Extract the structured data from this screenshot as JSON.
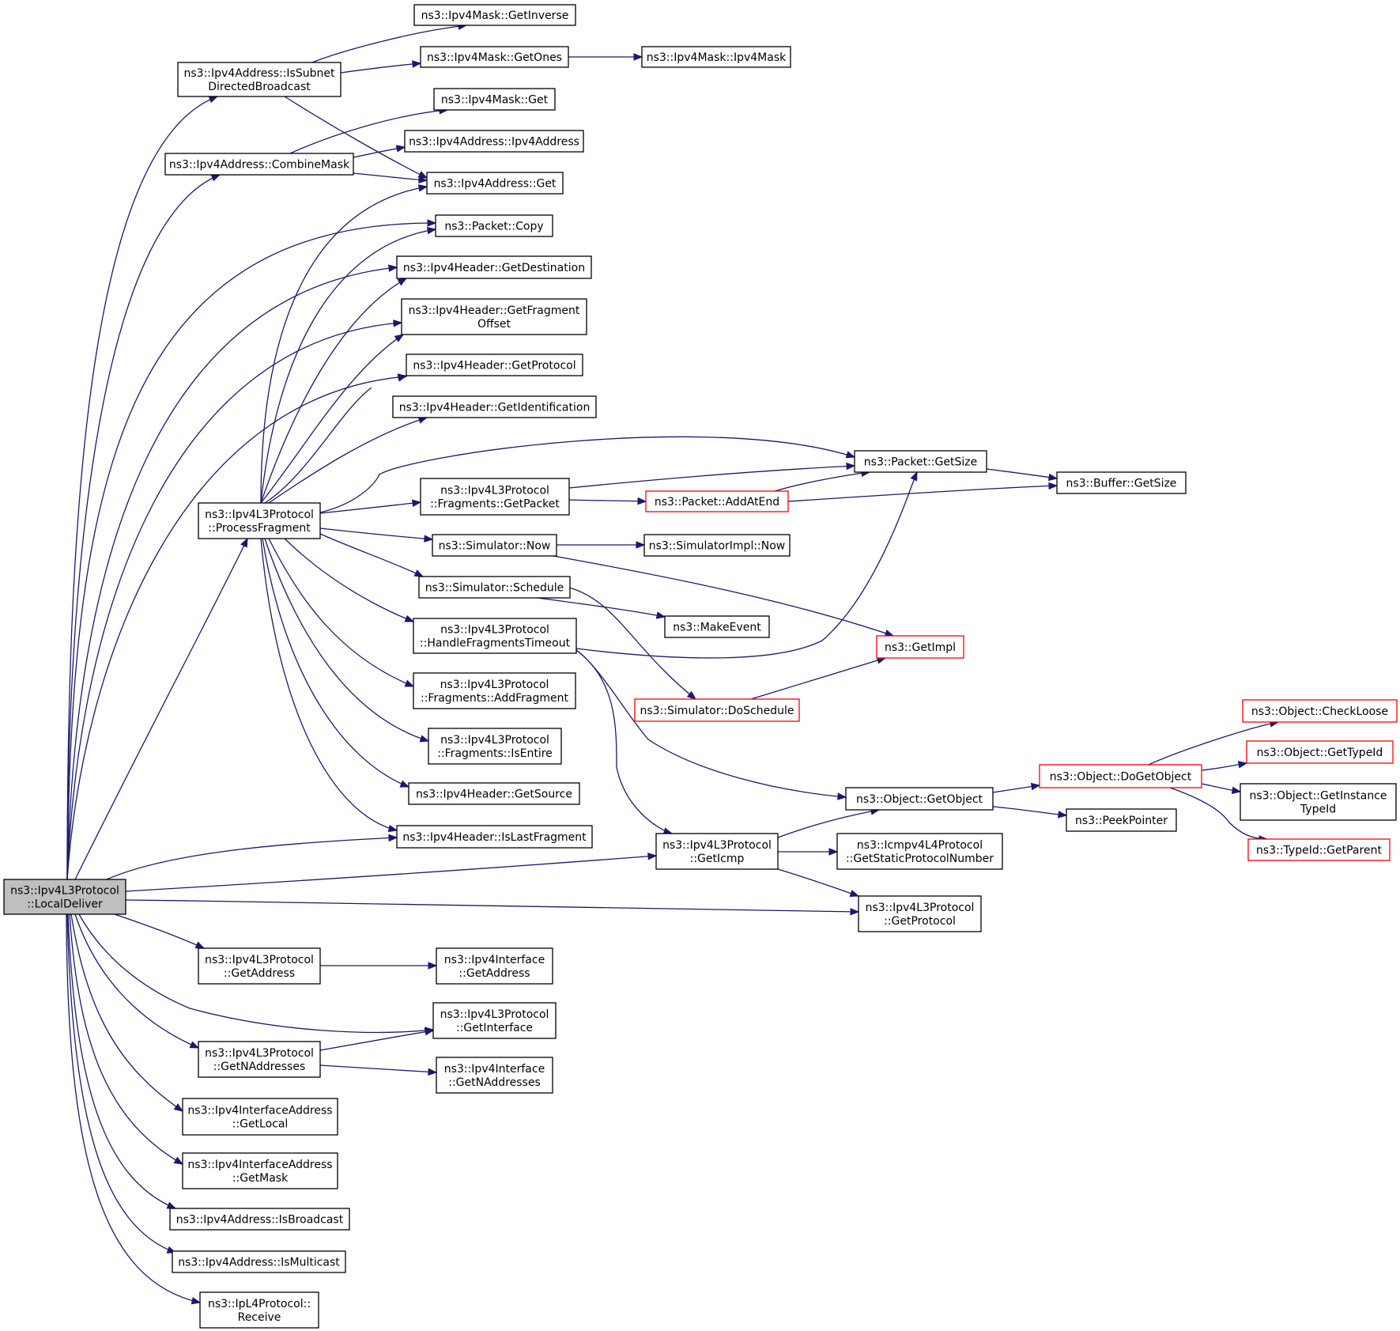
{
  "graph": {
    "root": "n0",
    "edge_color": "#191970",
    "truncated_border_color": "#ff0000",
    "root_fill_color": "#bfbfbf",
    "nodes": [
      {
        "id": "n0",
        "lines": [
          "ns3::Ipv4L3Protocol",
          "::LocalDeliver"
        ],
        "root": true
      },
      {
        "id": "n1",
        "lines": [
          "ns3::Ipv4Address::IsSubnet",
          "DirectedBroadcast"
        ]
      },
      {
        "id": "n2",
        "lines": [
          "ns3::Ipv4Mask::GetInverse"
        ]
      },
      {
        "id": "n3",
        "lines": [
          "ns3::Ipv4Mask::GetOnes"
        ]
      },
      {
        "id": "n4",
        "lines": [
          "ns3::Ipv4Mask::Ipv4Mask"
        ]
      },
      {
        "id": "n5",
        "lines": [
          "ns3::Ipv4Mask::Get"
        ]
      },
      {
        "id": "n6",
        "lines": [
          "ns3::Ipv4Address::CombineMask"
        ]
      },
      {
        "id": "n7",
        "lines": [
          "ns3::Ipv4Address::Ipv4Address"
        ]
      },
      {
        "id": "n8",
        "lines": [
          "ns3::Ipv4Address::Get"
        ]
      },
      {
        "id": "n9",
        "lines": [
          "ns3::Packet::Copy"
        ]
      },
      {
        "id": "n10",
        "lines": [
          "ns3::Ipv4Header::GetDestination"
        ]
      },
      {
        "id": "n11",
        "lines": [
          "ns3::Ipv4Header::GetFragment",
          "Offset"
        ]
      },
      {
        "id": "n12",
        "lines": [
          "ns3::Ipv4Header::GetProtocol"
        ]
      },
      {
        "id": "n13",
        "lines": [
          "ns3::Ipv4Header::GetIdentification"
        ]
      },
      {
        "id": "n14",
        "lines": [
          "ns3::Packet::GetSize"
        ]
      },
      {
        "id": "n15",
        "lines": [
          "ns3::Buffer::GetSize"
        ]
      },
      {
        "id": "n16",
        "lines": [
          "ns3::Ipv4L3Protocol",
          "::ProcessFragment"
        ]
      },
      {
        "id": "n17",
        "lines": [
          "ns3::Ipv4L3Protocol",
          "::Fragments::GetPacket"
        ]
      },
      {
        "id": "n18",
        "lines": [
          "ns3::Packet::AddAtEnd"
        ],
        "truncated": true
      },
      {
        "id": "n19",
        "lines": [
          "ns3::Simulator::Now"
        ]
      },
      {
        "id": "n20",
        "lines": [
          "ns3::SimulatorImpl::Now"
        ]
      },
      {
        "id": "n21",
        "lines": [
          "ns3::Simulator::Schedule"
        ]
      },
      {
        "id": "n22",
        "lines": [
          "ns3::MakeEvent"
        ]
      },
      {
        "id": "n23",
        "lines": [
          "ns3::Ipv4L3Protocol",
          "::HandleFragmentsTimeout"
        ]
      },
      {
        "id": "n24",
        "lines": [
          "ns3::GetImpl"
        ],
        "truncated": true
      },
      {
        "id": "n25",
        "lines": [
          "ns3::Ipv4L3Protocol",
          "::Fragments::AddFragment"
        ]
      },
      {
        "id": "n26",
        "lines": [
          "ns3::Simulator::DoSchedule"
        ],
        "truncated": true
      },
      {
        "id": "n27",
        "lines": [
          "ns3::Ipv4L3Protocol",
          "::Fragments::IsEntire"
        ]
      },
      {
        "id": "n28",
        "lines": [
          "ns3::Object::CheckLoose"
        ],
        "truncated": true
      },
      {
        "id": "n29",
        "lines": [
          "ns3::Object::GetTypeId"
        ],
        "truncated": true
      },
      {
        "id": "n30",
        "lines": [
          "ns3::Object::DoGetObject"
        ],
        "truncated": true
      },
      {
        "id": "n31",
        "lines": [
          "ns3::Ipv4Header::GetSource"
        ]
      },
      {
        "id": "n32",
        "lines": [
          "ns3::Object::GetObject"
        ]
      },
      {
        "id": "n33",
        "lines": [
          "ns3::Object::GetInstance",
          "TypeId"
        ]
      },
      {
        "id": "n34",
        "lines": [
          "ns3::PeekPointer"
        ]
      },
      {
        "id": "n35",
        "lines": [
          "ns3::Ipv4Header::IsLastFragment"
        ]
      },
      {
        "id": "n36",
        "lines": [
          "ns3::Ipv4L3Protocol",
          "::GetIcmp"
        ]
      },
      {
        "id": "n37",
        "lines": [
          "ns3::Icmpv4L4Protocol",
          "::GetStaticProtocolNumber"
        ]
      },
      {
        "id": "n38",
        "lines": [
          "ns3::TypeId::GetParent"
        ],
        "truncated": true
      },
      {
        "id": "n39",
        "lines": [
          "ns3::Ipv4L3Protocol",
          "::GetProtocol"
        ]
      },
      {
        "id": "n40",
        "lines": [
          "ns3::Ipv4L3Protocol",
          "::GetAddress"
        ]
      },
      {
        "id": "n41",
        "lines": [
          "ns3::Ipv4Interface",
          "::GetAddress"
        ]
      },
      {
        "id": "n42",
        "lines": [
          "ns3::Ipv4L3Protocol",
          "::GetInterface"
        ]
      },
      {
        "id": "n43",
        "lines": [
          "ns3::Ipv4L3Protocol",
          "::GetNAddresses"
        ]
      },
      {
        "id": "n44",
        "lines": [
          "ns3::Ipv4Interface",
          "::GetNAddresses"
        ]
      },
      {
        "id": "n45",
        "lines": [
          "ns3::Ipv4InterfaceAddress",
          "::GetLocal"
        ]
      },
      {
        "id": "n46",
        "lines": [
          "ns3::Ipv4InterfaceAddress",
          "::GetMask"
        ]
      },
      {
        "id": "n47",
        "lines": [
          "ns3::Ipv4Address::IsBroadcast"
        ]
      },
      {
        "id": "n48",
        "lines": [
          "ns3::Ipv4Address::IsMulticast"
        ]
      },
      {
        "id": "n49",
        "lines": [
          "ns3::IpL4Protocol::",
          "Receive"
        ]
      }
    ],
    "edges": [
      {
        "from": "n0",
        "to": "n1"
      },
      {
        "from": "n0",
        "to": "n6"
      },
      {
        "from": "n0",
        "to": "n9"
      },
      {
        "from": "n0",
        "to": "n10"
      },
      {
        "from": "n0",
        "to": "n11"
      },
      {
        "from": "n0",
        "to": "n12"
      },
      {
        "from": "n0",
        "to": "n16"
      },
      {
        "from": "n0",
        "to": "n35"
      },
      {
        "from": "n0",
        "to": "n36"
      },
      {
        "from": "n0",
        "to": "n39"
      },
      {
        "from": "n0",
        "to": "n40"
      },
      {
        "from": "n0",
        "to": "n42"
      },
      {
        "from": "n0",
        "to": "n43"
      },
      {
        "from": "n0",
        "to": "n45"
      },
      {
        "from": "n0",
        "to": "n46"
      },
      {
        "from": "n0",
        "to": "n47"
      },
      {
        "from": "n0",
        "to": "n48"
      },
      {
        "from": "n0",
        "to": "n49"
      },
      {
        "from": "n1",
        "to": "n2"
      },
      {
        "from": "n1",
        "to": "n3"
      },
      {
        "from": "n1",
        "to": "n8"
      },
      {
        "from": "n3",
        "to": "n4"
      },
      {
        "from": "n6",
        "to": "n5"
      },
      {
        "from": "n6",
        "to": "n7"
      },
      {
        "from": "n6",
        "to": "n8"
      },
      {
        "from": "n16",
        "to": "n8"
      },
      {
        "from": "n16",
        "to": "n9"
      },
      {
        "from": "n16",
        "to": "n10"
      },
      {
        "from": "n16",
        "to": "n11"
      },
      {
        "from": "n16",
        "to": "n12"
      },
      {
        "from": "n16",
        "to": "n13"
      },
      {
        "from": "n16",
        "to": "n14"
      },
      {
        "from": "n16",
        "to": "n17"
      },
      {
        "from": "n16",
        "to": "n19"
      },
      {
        "from": "n16",
        "to": "n21"
      },
      {
        "from": "n16",
        "to": "n23"
      },
      {
        "from": "n16",
        "to": "n25"
      },
      {
        "from": "n16",
        "to": "n27"
      },
      {
        "from": "n16",
        "to": "n31"
      },
      {
        "from": "n16",
        "to": "n35"
      },
      {
        "from": "n17",
        "to": "n14"
      },
      {
        "from": "n17",
        "to": "n18"
      },
      {
        "from": "n18",
        "to": "n14"
      },
      {
        "from": "n18",
        "to": "n15"
      },
      {
        "from": "n14",
        "to": "n15"
      },
      {
        "from": "n19",
        "to": "n20"
      },
      {
        "from": "n19",
        "to": "n24"
      },
      {
        "from": "n21",
        "to": "n22"
      },
      {
        "from": "n21",
        "to": "n26"
      },
      {
        "from": "n26",
        "to": "n24"
      },
      {
        "from": "n23",
        "to": "n14"
      },
      {
        "from": "n23",
        "to": "n32"
      },
      {
        "from": "n23",
        "to": "n36"
      },
      {
        "from": "n32",
        "to": "n30"
      },
      {
        "from": "n32",
        "to": "n34"
      },
      {
        "from": "n30",
        "to": "n28"
      },
      {
        "from": "n30",
        "to": "n29"
      },
      {
        "from": "n30",
        "to": "n33"
      },
      {
        "from": "n30",
        "to": "n38"
      },
      {
        "from": "n36",
        "to": "n32"
      },
      {
        "from": "n36",
        "to": "n37"
      },
      {
        "from": "n36",
        "to": "n39"
      },
      {
        "from": "n40",
        "to": "n41"
      },
      {
        "from": "n43",
        "to": "n42"
      },
      {
        "from": "n43",
        "to": "n44"
      }
    ]
  }
}
